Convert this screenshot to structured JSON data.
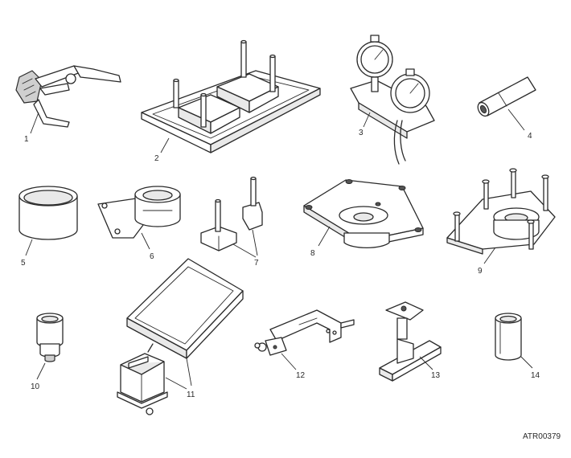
{
  "labels": {
    "tool_1": "1",
    "tool_2": "2",
    "tool_3": "3",
    "tool_4": "4",
    "tool_5": "5",
    "tool_6": "6",
    "tool_7": "7",
    "tool_8": "8",
    "tool_9": "9",
    "tool_10": "10",
    "tool_11": "11",
    "tool_12": "12",
    "tool_13": "13",
    "tool_14": "14"
  },
  "drawing_code": "ATR00379"
}
